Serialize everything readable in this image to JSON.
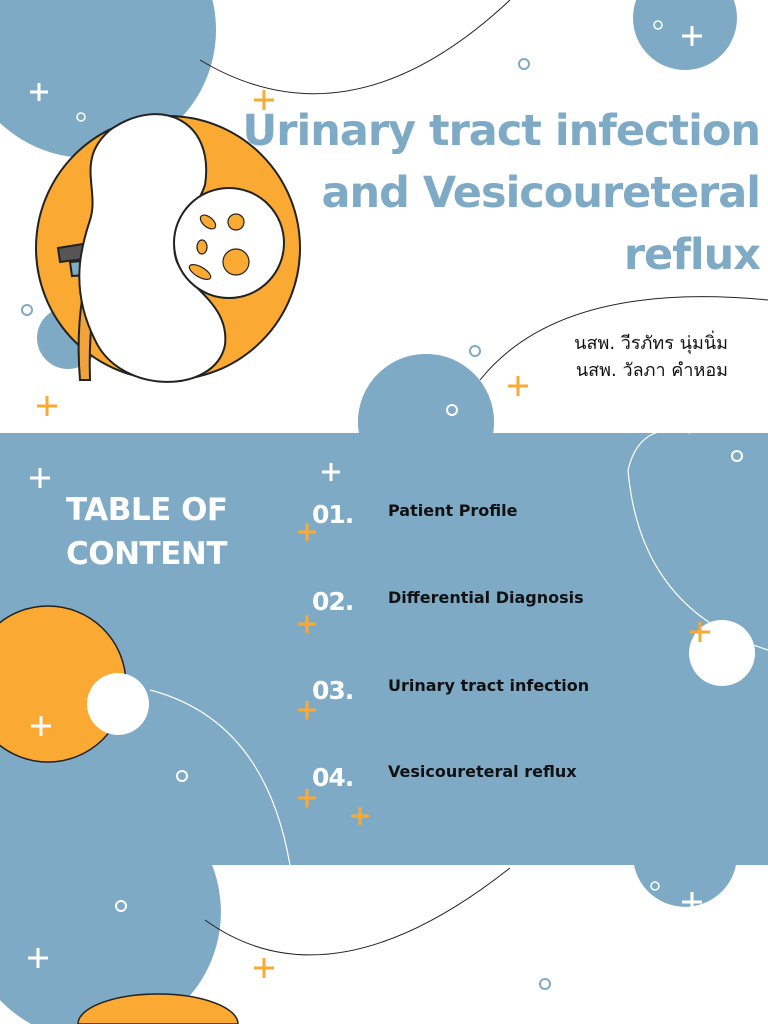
{
  "title": {
    "lines": [
      "Urinary tract infection",
      "and Vesicoureteral",
      "reflux"
    ]
  },
  "authors": [
    "นสพ. วีรภัทร นุ่มนิ่ม",
    "นสพ. วัลภา คำหอม"
  ],
  "toc": {
    "heading_lines": [
      "TABLE OF",
      "CONTENT"
    ],
    "items": [
      {
        "number": "01.",
        "label": "Patient Profile"
      },
      {
        "number": "02.",
        "label": "Differential Diagnosis"
      },
      {
        "number": "03.",
        "label": "Urinary tract infection"
      },
      {
        "number": "04.",
        "label": "Vesicoureteral reflux"
      }
    ]
  },
  "illustration": {
    "icon": "kidney-with-bacteria-icon"
  },
  "colors": {
    "blue": "#7eaac6",
    "orange": "#faa932",
    "white": "#ffffff",
    "text": "#111111"
  }
}
